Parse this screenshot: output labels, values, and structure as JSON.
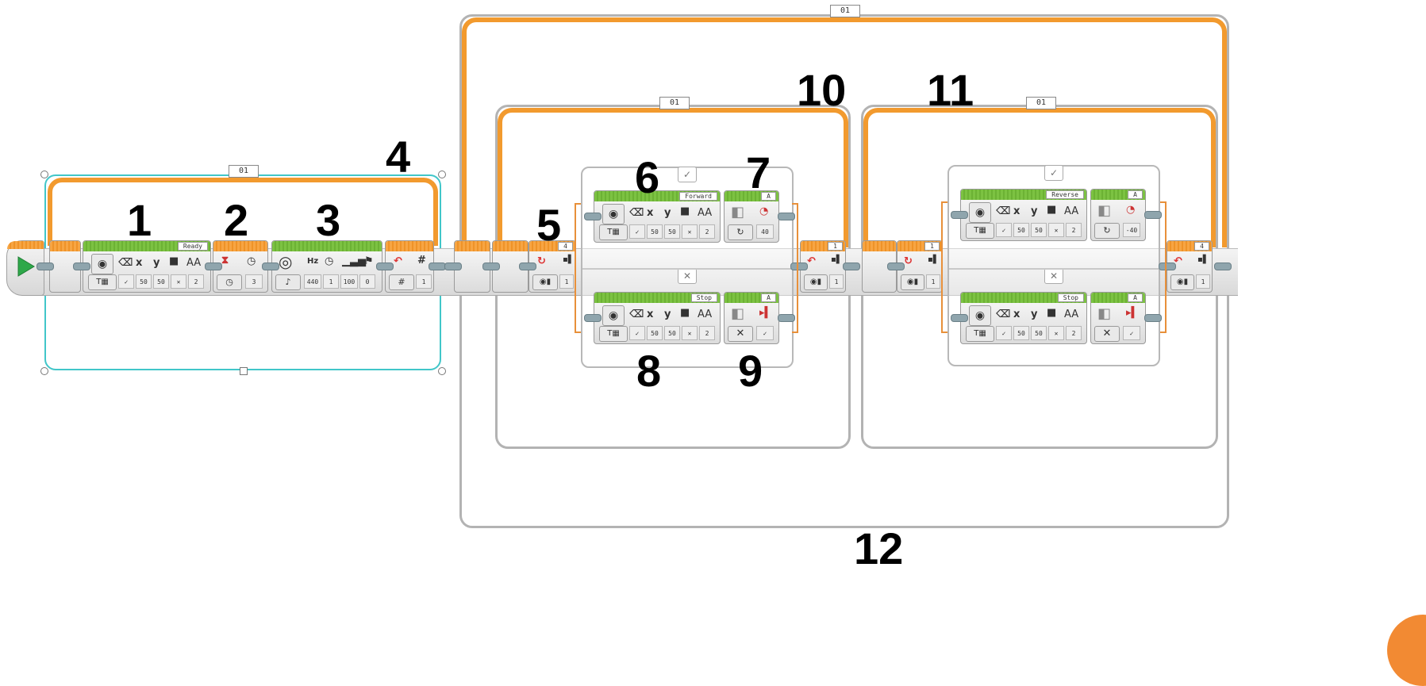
{
  "markers": [
    "1",
    "2",
    "3",
    "4",
    "5",
    "6",
    "7",
    "8",
    "9",
    "10",
    "11",
    "12"
  ],
  "loop_counters": {
    "first": "01",
    "outer": "01",
    "forward": "01",
    "reverse": "01"
  },
  "blocks": {
    "display_ready": {
      "tag": "Ready",
      "vals": [
        "50",
        "50",
        "2"
      ]
    },
    "wait_time": {
      "val": "3"
    },
    "sound": {
      "vals": [
        "440",
        "1",
        "100",
        "0"
      ]
    },
    "loop_interrupt": {
      "val": "1"
    },
    "switch1": {
      "tag": "4",
      "val": "1"
    },
    "display_forward": {
      "tag": "Forward",
      "vals": [
        "50",
        "50",
        "2"
      ]
    },
    "motor_forward": {
      "tag": "A",
      "val": "40"
    },
    "display_stop1": {
      "tag": "Stop",
      "vals": [
        "50",
        "50",
        "2"
      ]
    },
    "motor_stop1": {
      "tag": "A"
    },
    "loopend1": {
      "tag": "1",
      "val": "1"
    },
    "switch2": {
      "tag": "1",
      "val": "1"
    },
    "display_reverse": {
      "tag": "Reverse",
      "vals": [
        "50",
        "50",
        "2"
      ]
    },
    "motor_reverse": {
      "tag": "A",
      "val": "-40"
    },
    "display_stop2": {
      "tag": "Stop",
      "vals": [
        "50",
        "50",
        "2"
      ]
    },
    "motor_stop2": {
      "tag": "A"
    },
    "loopend2": {
      "tag": "4",
      "val": "1"
    }
  },
  "case_labels": {
    "true": "✓",
    "false": "✕"
  },
  "icons": [
    "play-icon",
    "display-icon",
    "hourglass-icon",
    "sound-icon",
    "loop-interrupt-icon",
    "touch-sensor-icon",
    "motor-icon"
  ],
  "colors": {
    "loop": "#f29a2e",
    "display_bar": "#7cc242",
    "selection": "#41c6c9",
    "start": "#2ea84a"
  }
}
